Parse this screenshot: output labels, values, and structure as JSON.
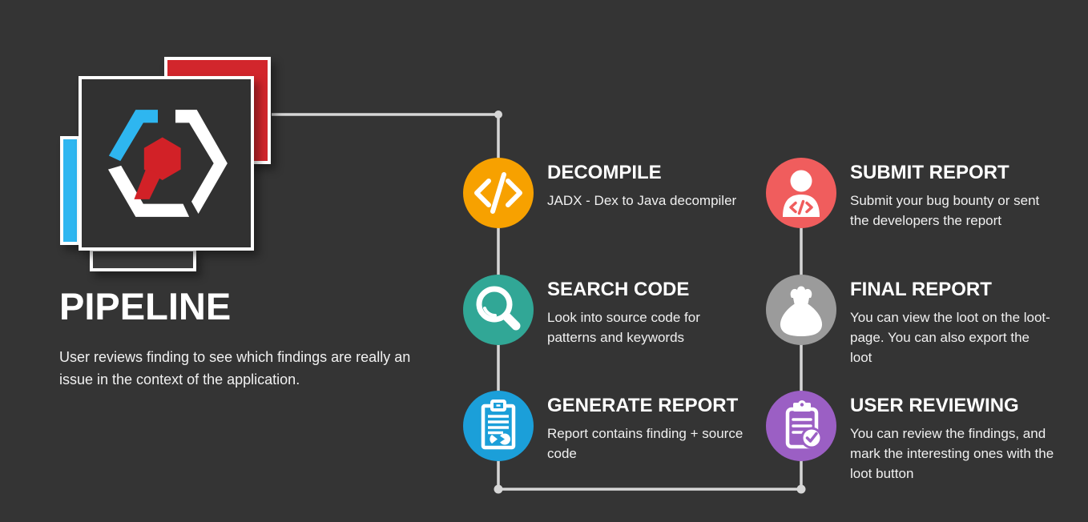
{
  "background": "#343434",
  "connector": {
    "color": "#d6d6d6"
  },
  "logo": {
    "name": "stacoan-logo",
    "colors": {
      "red": "#d2262c",
      "cyan": "#2eb6f0",
      "dark": "#313131",
      "tab_dark": "#3b3b3b",
      "white": "#ffffff",
      "hex_red": "#d22127"
    }
  },
  "intro": {
    "title": "PIPELINE",
    "description": "User reviews finding to see which findings are really an issue in the context of the application."
  },
  "steps": [
    {
      "id": "decompile",
      "title": "DECOMPILE",
      "description": "JADX - Dex to Java decompiler",
      "color": "#f7a100",
      "icon": "code-icon"
    },
    {
      "id": "search-code",
      "title": "SEARCH CODE",
      "description": "Look into source code for patterns and keywords",
      "color": "#31a796",
      "icon": "search-icon"
    },
    {
      "id": "generate-report",
      "title": "GENERATE REPORT",
      "description": "Report contains finding + source code",
      "color": "#1b9fd9",
      "icon": "report-icon"
    },
    {
      "id": "submit-report",
      "title": "SUBMIT REPORT",
      "description": "Submit your bug bounty or sent the developers the report",
      "color": "#f05d5d",
      "icon": "person-code-icon"
    },
    {
      "id": "final-report",
      "title": "FINAL REPORT",
      "description": "You can view the loot on the loot-page. You can also export the loot",
      "color": "#9b9b9b",
      "icon": "moneybag-icon"
    },
    {
      "id": "user-reviewing",
      "title": "USER REVIEWING",
      "description": "You can review the findings, and mark the interesting ones with the loot button",
      "color": "#9b5fc4",
      "icon": "clipboard-check-icon"
    }
  ]
}
